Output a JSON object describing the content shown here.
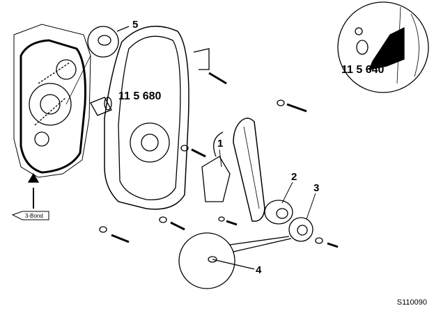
{
  "callouts": {
    "part_1": "1",
    "part_2": "2",
    "part_3": "3",
    "part_4": "4",
    "part_5": "5"
  },
  "tools": {
    "tool_a": "11 5 680",
    "tool_b": "11 5 640"
  },
  "sealant": {
    "label": "3-Bond"
  },
  "figure_ref": "S110090",
  "colors": {
    "line": "#000000",
    "background": "#ffffff"
  }
}
